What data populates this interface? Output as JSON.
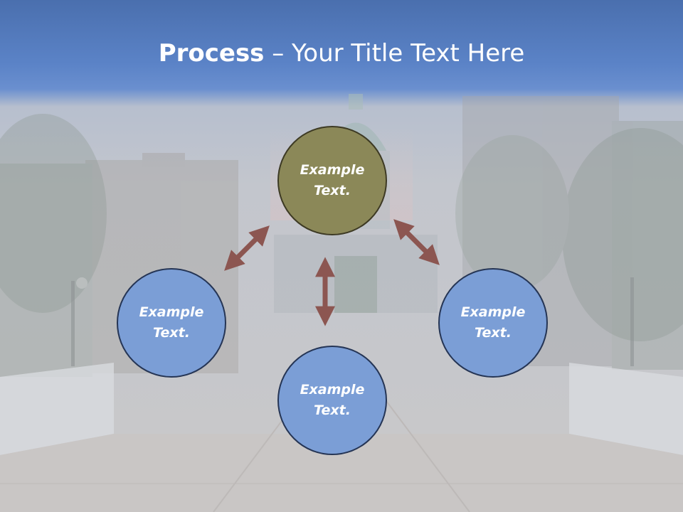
{
  "title": {
    "bold": "Process",
    "rest": " – Your Title Text Here"
  },
  "nodes": [
    {
      "id": "top",
      "text": "Example Text."
    },
    {
      "id": "left",
      "text": "Example Text."
    },
    {
      "id": "right",
      "text": "Example Text."
    },
    {
      "id": "bottom",
      "text": "Example Text."
    }
  ],
  "colors": {
    "center_node": "#8b8858",
    "outer_node": "#7b9ed6",
    "arrow": "#8c5651",
    "title_band": "#5b83c7"
  }
}
